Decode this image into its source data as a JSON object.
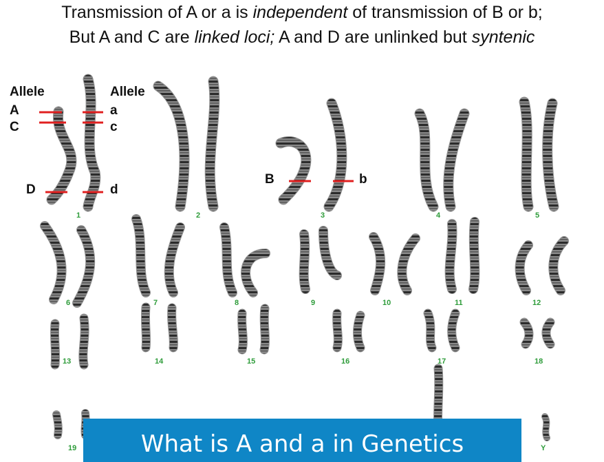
{
  "heading": {
    "line1": {
      "pre": "Transmission of A or a is ",
      "em": "independent",
      "post": " of transmission of B or b;"
    },
    "line2": {
      "pre": "But A and C are ",
      "em1": "linked loci;",
      "mid": " A and D are unlinked but ",
      "em2": "syntenic"
    }
  },
  "alleles": {
    "header_left": "Allele",
    "header_right": "Allele",
    "A": "A",
    "a": "a",
    "C": "C",
    "c": "c",
    "D": "D",
    "d": "d",
    "B": "B",
    "b": "b"
  },
  "chromosome_numbers": [
    "1",
    "2",
    "3",
    "4",
    "5",
    "6",
    "7",
    "8",
    "9",
    "10",
    "11",
    "12",
    "13",
    "14",
    "15",
    "16",
    "17",
    "18",
    "19",
    "Y"
  ],
  "colors": {
    "locus_marker": "#e02020",
    "chromosome_number": "#2e9c3a",
    "caption_bg": "#0f86c6"
  },
  "caption": {
    "text": "What is A and a in Genetics"
  }
}
